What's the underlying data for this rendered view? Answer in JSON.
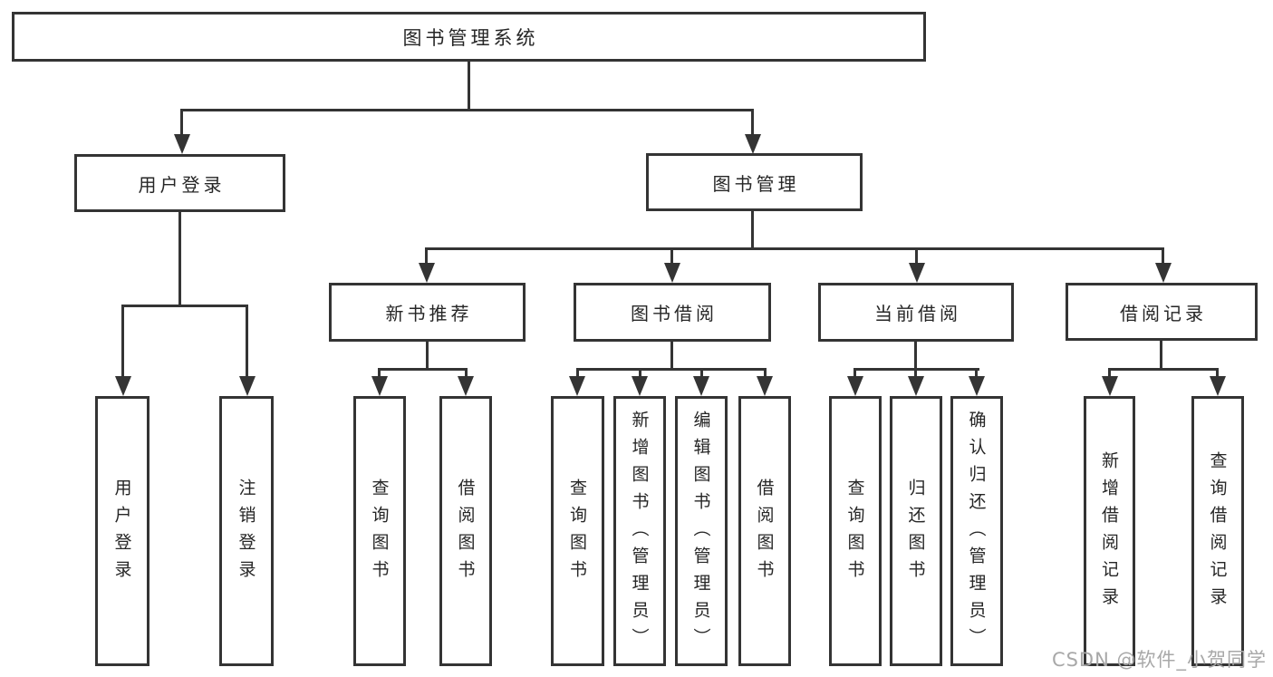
{
  "diagram": {
    "title": "图书管理系统",
    "root": {
      "label": "图书管理系统"
    },
    "level1": [
      {
        "label": "用户登录"
      },
      {
        "label": "图书管理"
      }
    ],
    "level2": [
      {
        "label": "新书推荐"
      },
      {
        "label": "图书借阅"
      },
      {
        "label": "当前借阅"
      },
      {
        "label": "借阅记录"
      }
    ],
    "leaves": [
      {
        "label": "用户登录"
      },
      {
        "label": "注销登录"
      },
      {
        "label": "查询图书"
      },
      {
        "label": "借阅图书"
      },
      {
        "label": "查询图书"
      },
      {
        "label": "新增图书（管理员）"
      },
      {
        "label": "编辑图书（管理员）"
      },
      {
        "label": "借阅图书"
      },
      {
        "label": "查询图书"
      },
      {
        "label": "归还图书"
      },
      {
        "label": "确认归还（管理员）"
      },
      {
        "label": "新增借阅记录"
      },
      {
        "label": "查询借阅记录"
      }
    ]
  },
  "watermark": {
    "text": "CSDN @软件_小贺同学"
  },
  "colors": {
    "line": "#343434",
    "text": "#262626",
    "watermark": "#a8a8a8",
    "background": "#ffffff"
  }
}
